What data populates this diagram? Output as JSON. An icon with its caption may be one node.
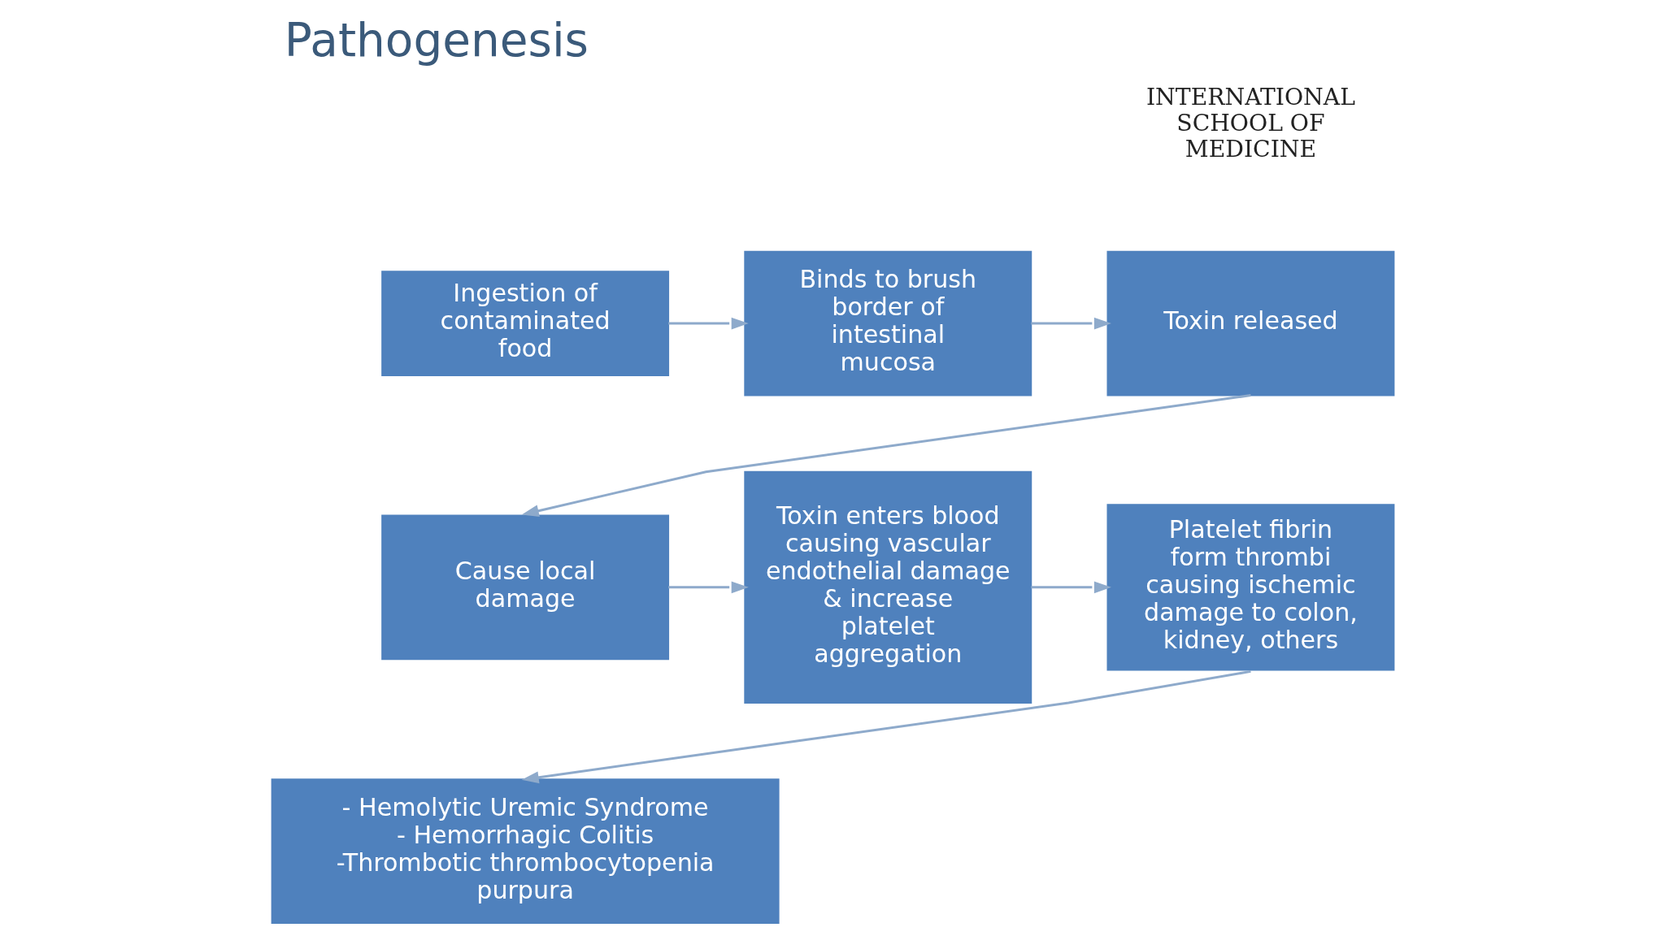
{
  "diagram": {
    "title": "Pathogenesis",
    "nodes": [
      {
        "text": [
          "Ingestion of contaminated food"
        ]
      },
      {
        "text": [
          "Binds to brush border of intestinal mucosa"
        ]
      },
      {
        "text": [
          "Toxin released"
        ]
      },
      {
        "text": [
          "Cause local damage"
        ]
      },
      {
        "text": [
          "Toxin enters blood causing vascular endothelial damage & increase platelet aggregation"
        ]
      },
      {
        "text": [
          "Platelet fibrin form thrombi causing ischemic damage to colon, kidney, others"
        ]
      },
      {
        "text": [
          "- Hemolytic Uremic Syndrome",
          "- Hemorrhagic Colitis",
          "-Thrombotic thrombocytopenia purpura"
        ]
      }
    ],
    "edges": [
      {
        "from": 0,
        "to": 1,
        "arrow": "to"
      },
      {
        "from": 1,
        "to": 2,
        "arrow": "to"
      },
      {
        "from": 2,
        "to": 3,
        "arrow": "to"
      },
      {
        "from": 3,
        "to": 4,
        "arrow": "to"
      },
      {
        "from": 4,
        "to": 5,
        "arrow": "to"
      },
      {
        "from": 5,
        "to": 6,
        "arrow": "to"
      }
    ],
    "labels": [
      "INTERNATIONAL SCHOOL OF MEDICINE"
    ]
  }
}
